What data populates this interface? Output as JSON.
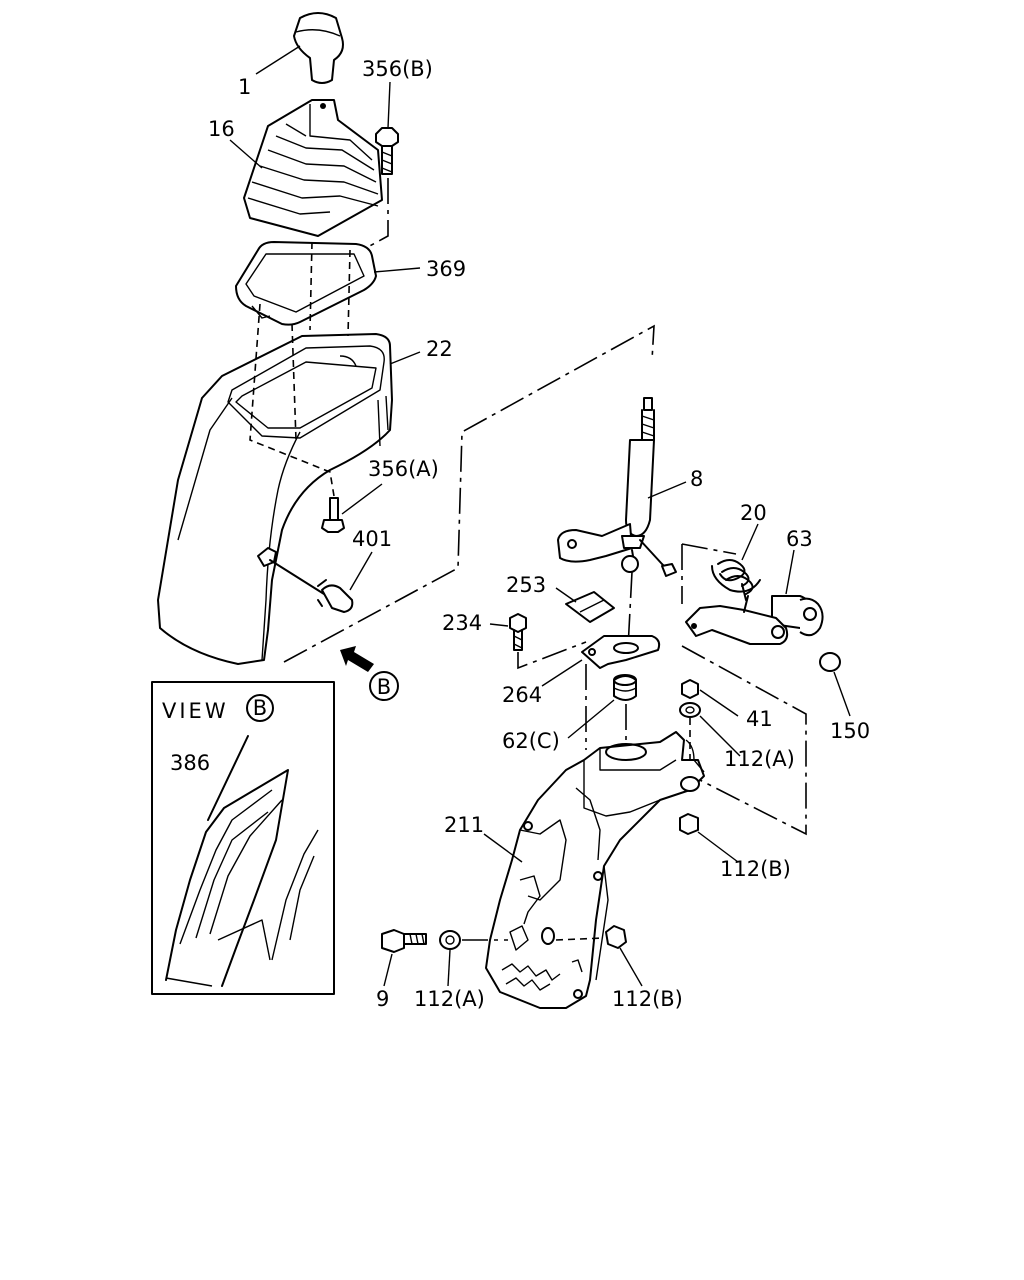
{
  "labels": {
    "p1": "1",
    "p356b": "356(B)",
    "p16": "16",
    "p369": "369",
    "p22": "22",
    "p356a": "356(A)",
    "p401": "401",
    "p8": "8",
    "p20": "20",
    "p63": "63",
    "p253": "253",
    "p234": "234",
    "p264": "264",
    "p41": "41",
    "p62c": "62(C)",
    "p112a_right": "112(A)",
    "p150": "150",
    "p211": "211",
    "p112b_right": "112(B)",
    "p9": "9",
    "p112a_bottom": "112(A)",
    "p112b_bottom": "112(B)",
    "view_b_marker": "B"
  },
  "view_b": {
    "title_text": "VIEW",
    "title_circle": "B",
    "part_386": "386"
  }
}
